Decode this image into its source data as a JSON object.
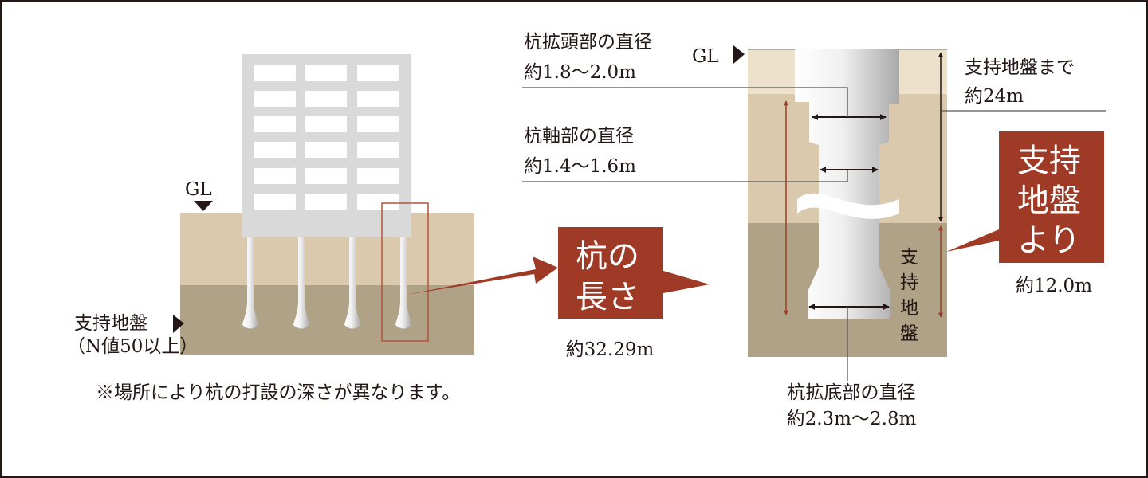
{
  "colors": {
    "soil_top": "#ede1cb",
    "soil_mid": "#dbc9ae",
    "soil_bearing": "#b0a287",
    "accent": "#9e3a26",
    "building": "#d9d9d9"
  },
  "left": {
    "gl_label": "GL",
    "bearing_label": "支持地盤",
    "bearing_note": "（N値50以上）",
    "footnote": "※場所により杭の打設の深さが異なります。"
  },
  "callout_length": {
    "line1": "杭の",
    "line2": "長さ",
    "value": "約32.29m"
  },
  "right": {
    "gl_label": "GL",
    "head_diameter_label": "杭拡頭部の直径",
    "head_diameter_value": "約1.8〜2.0m",
    "shaft_diameter_label": "杭軸部の直径",
    "shaft_diameter_value": "約1.4〜1.6m",
    "base_diameter_label": "杭拡底部の直径",
    "base_diameter_value": "約2.3m〜2.8m",
    "depth_label": "支持地盤まで",
    "depth_value": "約24m",
    "bearing_vertical": [
      "支",
      "持",
      "地",
      "盤"
    ]
  },
  "callout_bearing": {
    "line1": "支持",
    "line2": "地盤",
    "line3": "より",
    "value": "約12.0m"
  }
}
